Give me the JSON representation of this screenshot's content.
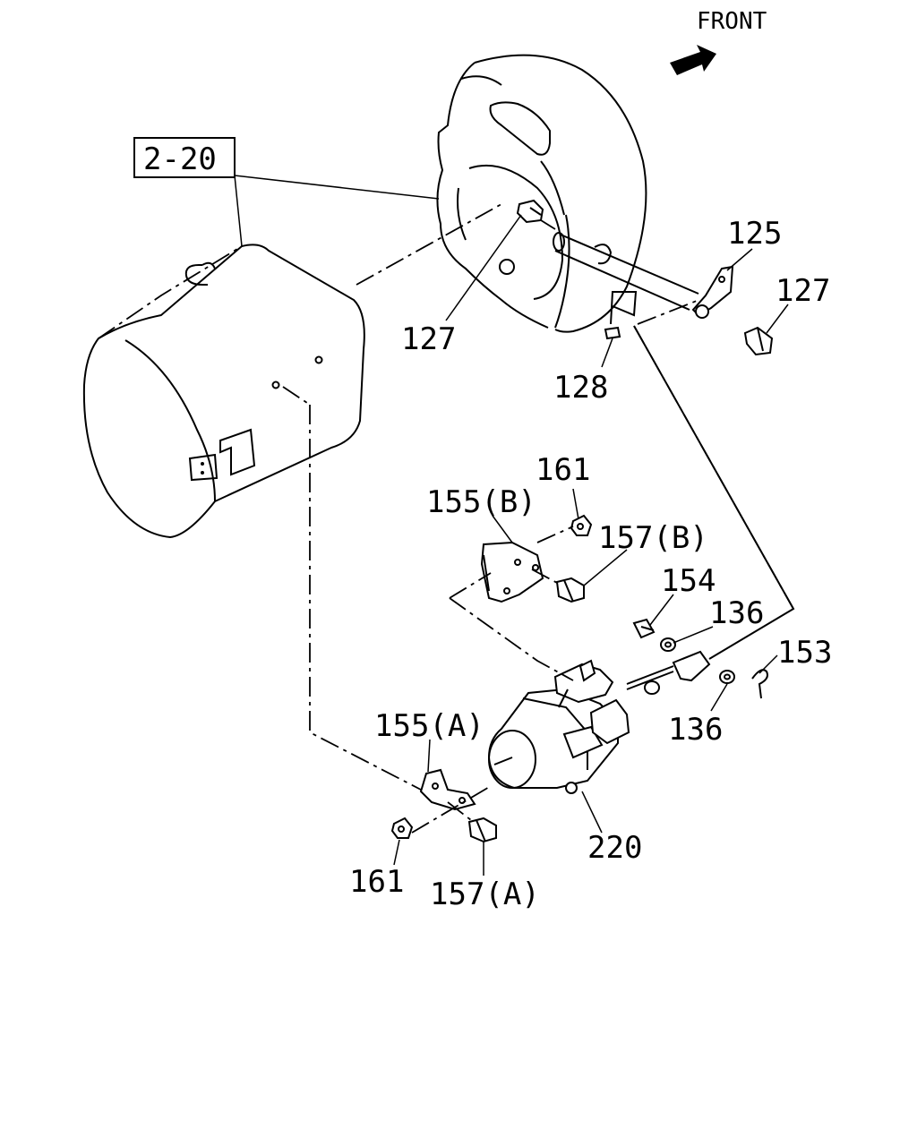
{
  "direction": {
    "label": "FRONT"
  },
  "reference": {
    "label": "2-20"
  },
  "callouts": {
    "c127_left": "127",
    "c125": "125",
    "c127_right": "127",
    "c128": "128",
    "c161_top": "161",
    "c155b": "155(B)",
    "c157b": "157(B)",
    "c154": "154",
    "c136_top": "136",
    "c153": "153",
    "c136_bottom": "136",
    "c155a": "155(A)",
    "c220": "220",
    "c161_bottom": "161",
    "c157a": "157(A)"
  }
}
